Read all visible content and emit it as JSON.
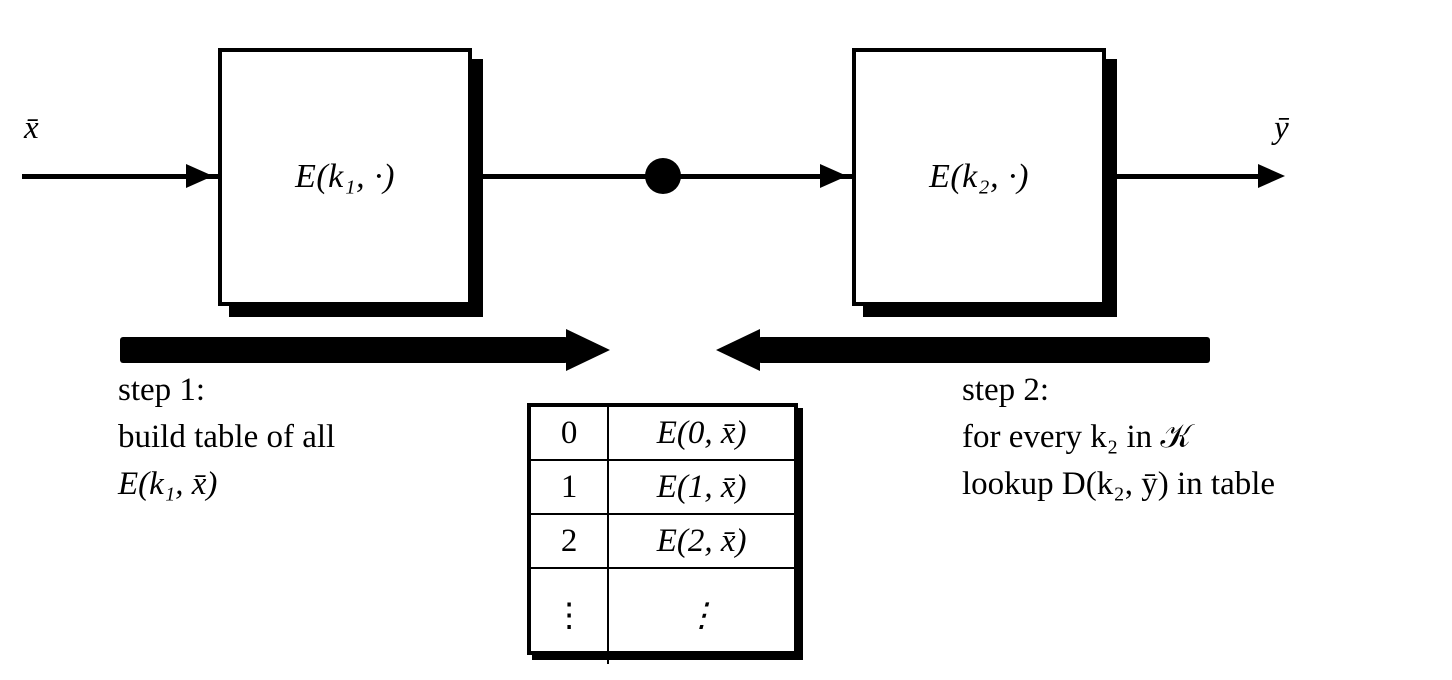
{
  "figure": {
    "title": "Meet-in-the-middle attack on double encryption",
    "background": "#ffffff",
    "ink": "#000000"
  },
  "signals": {
    "input_label": "x̄",
    "output_label": "ȳ"
  },
  "blocks": [
    {
      "id": "enc1",
      "label": "E(k₁, ·)",
      "name": "encrypt-block-1"
    },
    {
      "id": "enc2",
      "label": "E(k₂, ·)",
      "name": "encrypt-block-2"
    }
  ],
  "junction": {
    "name": "midpoint-junction-dot"
  },
  "span_arrows": [
    {
      "id": "forward",
      "direction": "right",
      "name": "step-1-span-arrow"
    },
    {
      "id": "backward",
      "direction": "left",
      "name": "step-2-span-arrow"
    }
  ],
  "steps": [
    {
      "id": "step1",
      "heading": "step 1:",
      "lines": [
        "build table of all",
        "E(k₁, x̄)"
      ]
    },
    {
      "id": "step2",
      "heading": "step 2:",
      "lines": [
        "for every k₂ in 𝒦",
        "lookup D(k₂, ȳ) in table"
      ]
    }
  ],
  "lookup_table": {
    "name": "lookup-table",
    "rows": [
      {
        "key": "0",
        "value": "E(0, x̄)"
      },
      {
        "key": "1",
        "value": "E(1, x̄)"
      },
      {
        "key": "2",
        "value": "E(2, x̄)"
      },
      {
        "key": "⋮",
        "value": "⋮"
      }
    ]
  }
}
